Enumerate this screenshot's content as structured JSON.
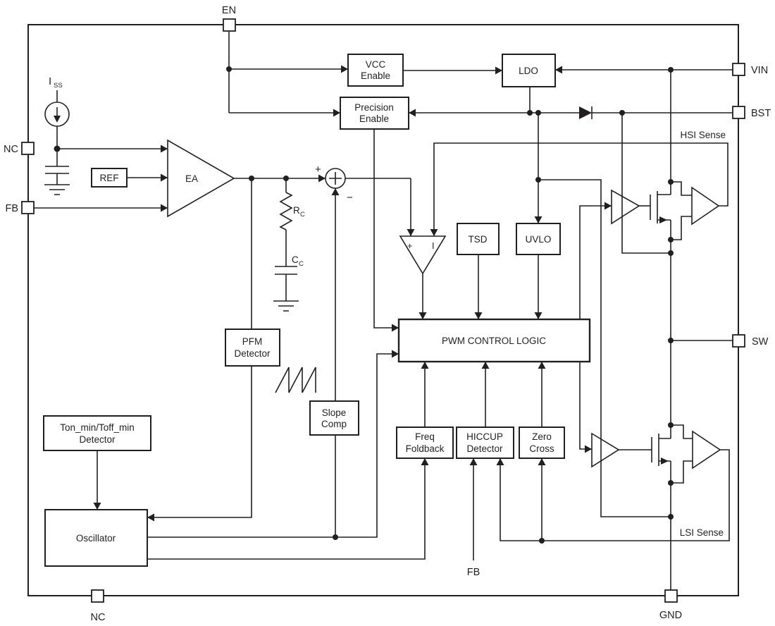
{
  "pins": {
    "en": "EN",
    "nc_left": "NC",
    "fb_left": "FB",
    "nc_bottom": "NC",
    "vin": "VIN",
    "bst": "BST",
    "sw": "SW",
    "gnd": "GND"
  },
  "blocks": {
    "vcc_enable": {
      "line1": "VCC",
      "line2": "Enable"
    },
    "ldo": {
      "line1": "LDO"
    },
    "precision_enable": {
      "line1": "Precision",
      "line2": "Enable"
    },
    "ref": {
      "line1": "REF"
    },
    "ea": {
      "line1": "EA"
    },
    "tsd": {
      "line1": "TSD"
    },
    "uvlo": {
      "line1": "UVLO"
    },
    "pwm": {
      "line1": "PWM CONTROL LOGIC"
    },
    "pfm": {
      "line1": "PFM",
      "line2": "Detector"
    },
    "slope": {
      "line1": "Slope",
      "line2": "Comp"
    },
    "freq_foldback": {
      "line1": "Freq",
      "line2": "Foldback"
    },
    "hiccup": {
      "line1": "HICCUP",
      "line2": "Detector"
    },
    "zero_cross": {
      "line1": "Zero",
      "line2": "Cross"
    },
    "ton_detector": {
      "line1": "Ton_min/Toff_min",
      "line2": "Detector"
    },
    "oscillator": {
      "line1": "Oscillator"
    }
  },
  "labels": {
    "hsi_sense": "HSI Sense",
    "lsi_sense": "LSI Sense",
    "fb_internal": "FB",
    "iss_main": "I",
    "iss_sub": "SS",
    "rc_main": "R",
    "rc_sub": "C",
    "cc_main": "C",
    "cc_sub": "C",
    "sum_plus": "+",
    "sum_minus": "−",
    "cmp_plus": "+",
    "cmp_current": "I"
  },
  "colors": {
    "line": "#231f20",
    "background": "#ffffff"
  }
}
